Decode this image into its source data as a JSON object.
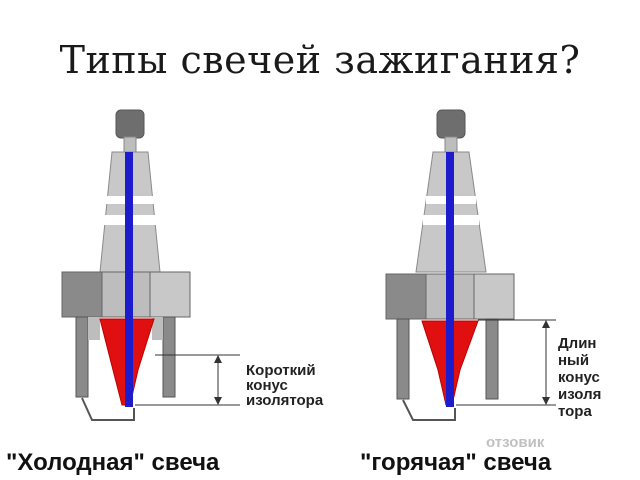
{
  "title": "Типы свечей зажигания?",
  "cold_plug": {
    "note_lines": [
      "Короткий",
      "конус",
      "изолятора"
    ],
    "caption": "\"Холодная\" свеча"
  },
  "hot_plug": {
    "note_lines": [
      "Длин",
      "ный",
      "конус",
      "изоля",
      "тора"
    ],
    "caption": "\"горячая\" свеча"
  },
  "watermark": "отзовик",
  "colors": {
    "insulator": "#c8c8c8",
    "body_dark": "#8a8a8a",
    "body_light": "#bdbdbd",
    "electrode": "#1c1ccc",
    "cone": "#e01010",
    "band": "#ffffff"
  }
}
